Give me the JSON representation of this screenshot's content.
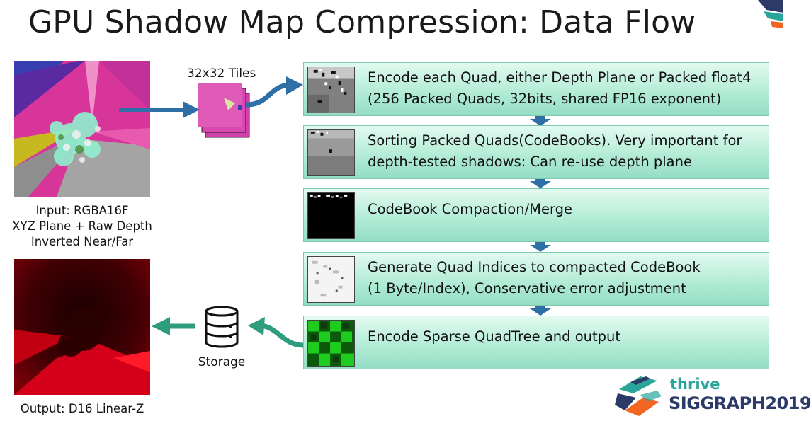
{
  "slide": {
    "title": "GPU Shadow Map Compression: Data Flow",
    "tiles_label": "32x32 Tiles",
    "input_caption": [
      "Input: RGBA16F",
      "XYZ Plane + Raw Depth",
      "Inverted Near/Far"
    ],
    "output_caption": "Output: D16 Linear-Z",
    "storage_label": "Storage",
    "steps": [
      {
        "lines": [
          "Encode each Quad, either Depth Plane or Packed float4",
          "(256 Packed Quads, 32bits, shared FP16 exponent)"
        ]
      },
      {
        "lines": [
          "Sorting Packed Quads(CodeBooks). Very important for",
          "depth-tested shadows: Can re-use depth plane"
        ]
      },
      {
        "lines": [
          "CodeBook Compaction/Merge"
        ]
      },
      {
        "lines": [
          "Generate Quad Indices to compacted CodeBook",
          "(1 Byte/Index), Conservative error adjustment"
        ]
      },
      {
        "lines": [
          "Encode Sparse QuadTree and output"
        ]
      }
    ],
    "logo": {
      "line1": "thrive",
      "line2": "SIGGRAPH2019"
    },
    "colors": {
      "arrow": "#2e6fa8",
      "teal_arrow": "#2f9d7d",
      "step_fill": "#b4ecd7",
      "logo_teal": "#2aa59a",
      "logo_orange": "#f26522",
      "logo_navy": "#2b3a67"
    }
  }
}
